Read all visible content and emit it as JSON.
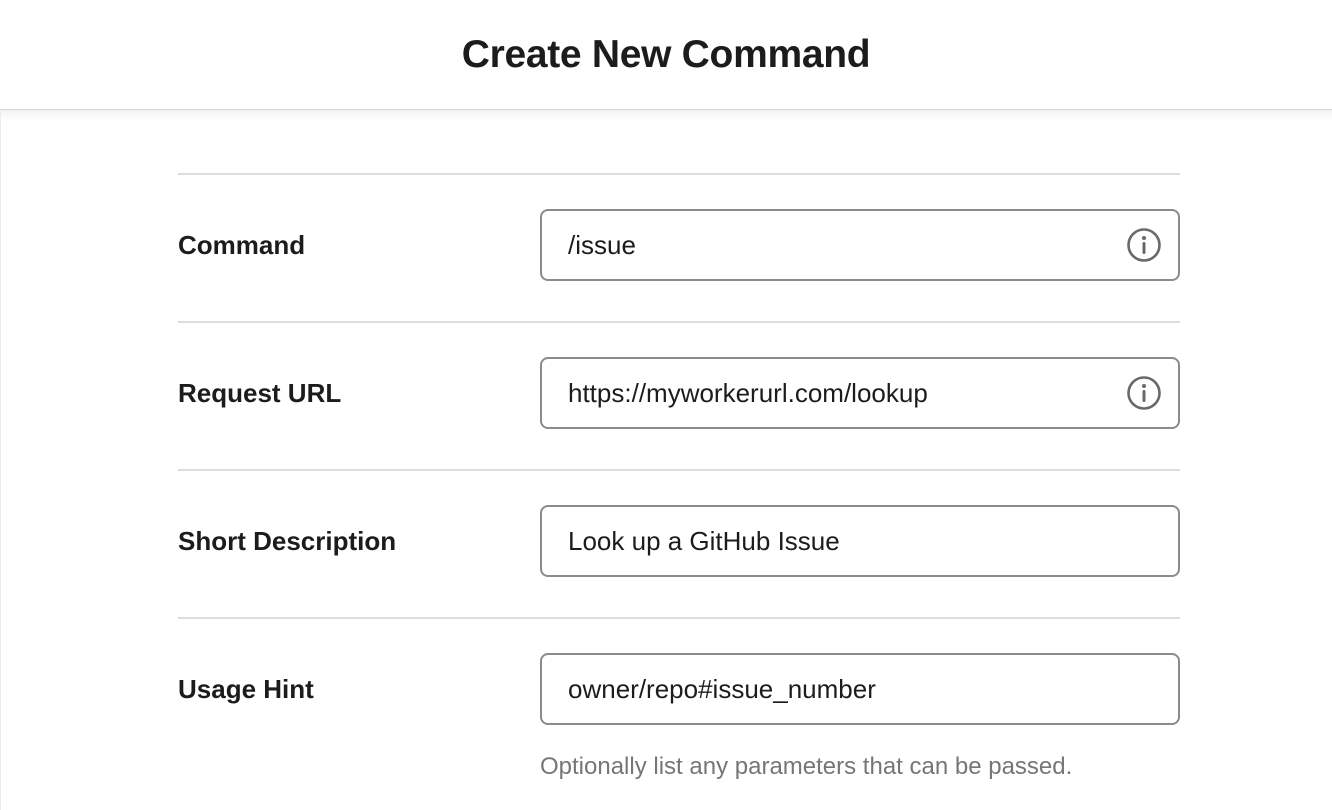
{
  "header": {
    "title": "Create New Command"
  },
  "form": {
    "fields": [
      {
        "label": "Command",
        "value": "/issue"
      },
      {
        "label": "Request URL",
        "value": "https://myworkerurl.com/lookup"
      },
      {
        "label": "Short Description",
        "value": "Look up a GitHub Issue"
      },
      {
        "label": "Usage Hint",
        "value": "owner/repo#issue_number",
        "help": "Optionally list any parameters that can be passed."
      }
    ],
    "info_icon_name": "info-icon"
  },
  "colors": {
    "text": "#1d1c1d",
    "input_border": "#8b8b8b",
    "divider": "#dddddd",
    "helper_text": "#767676",
    "info_icon": "#696969"
  }
}
